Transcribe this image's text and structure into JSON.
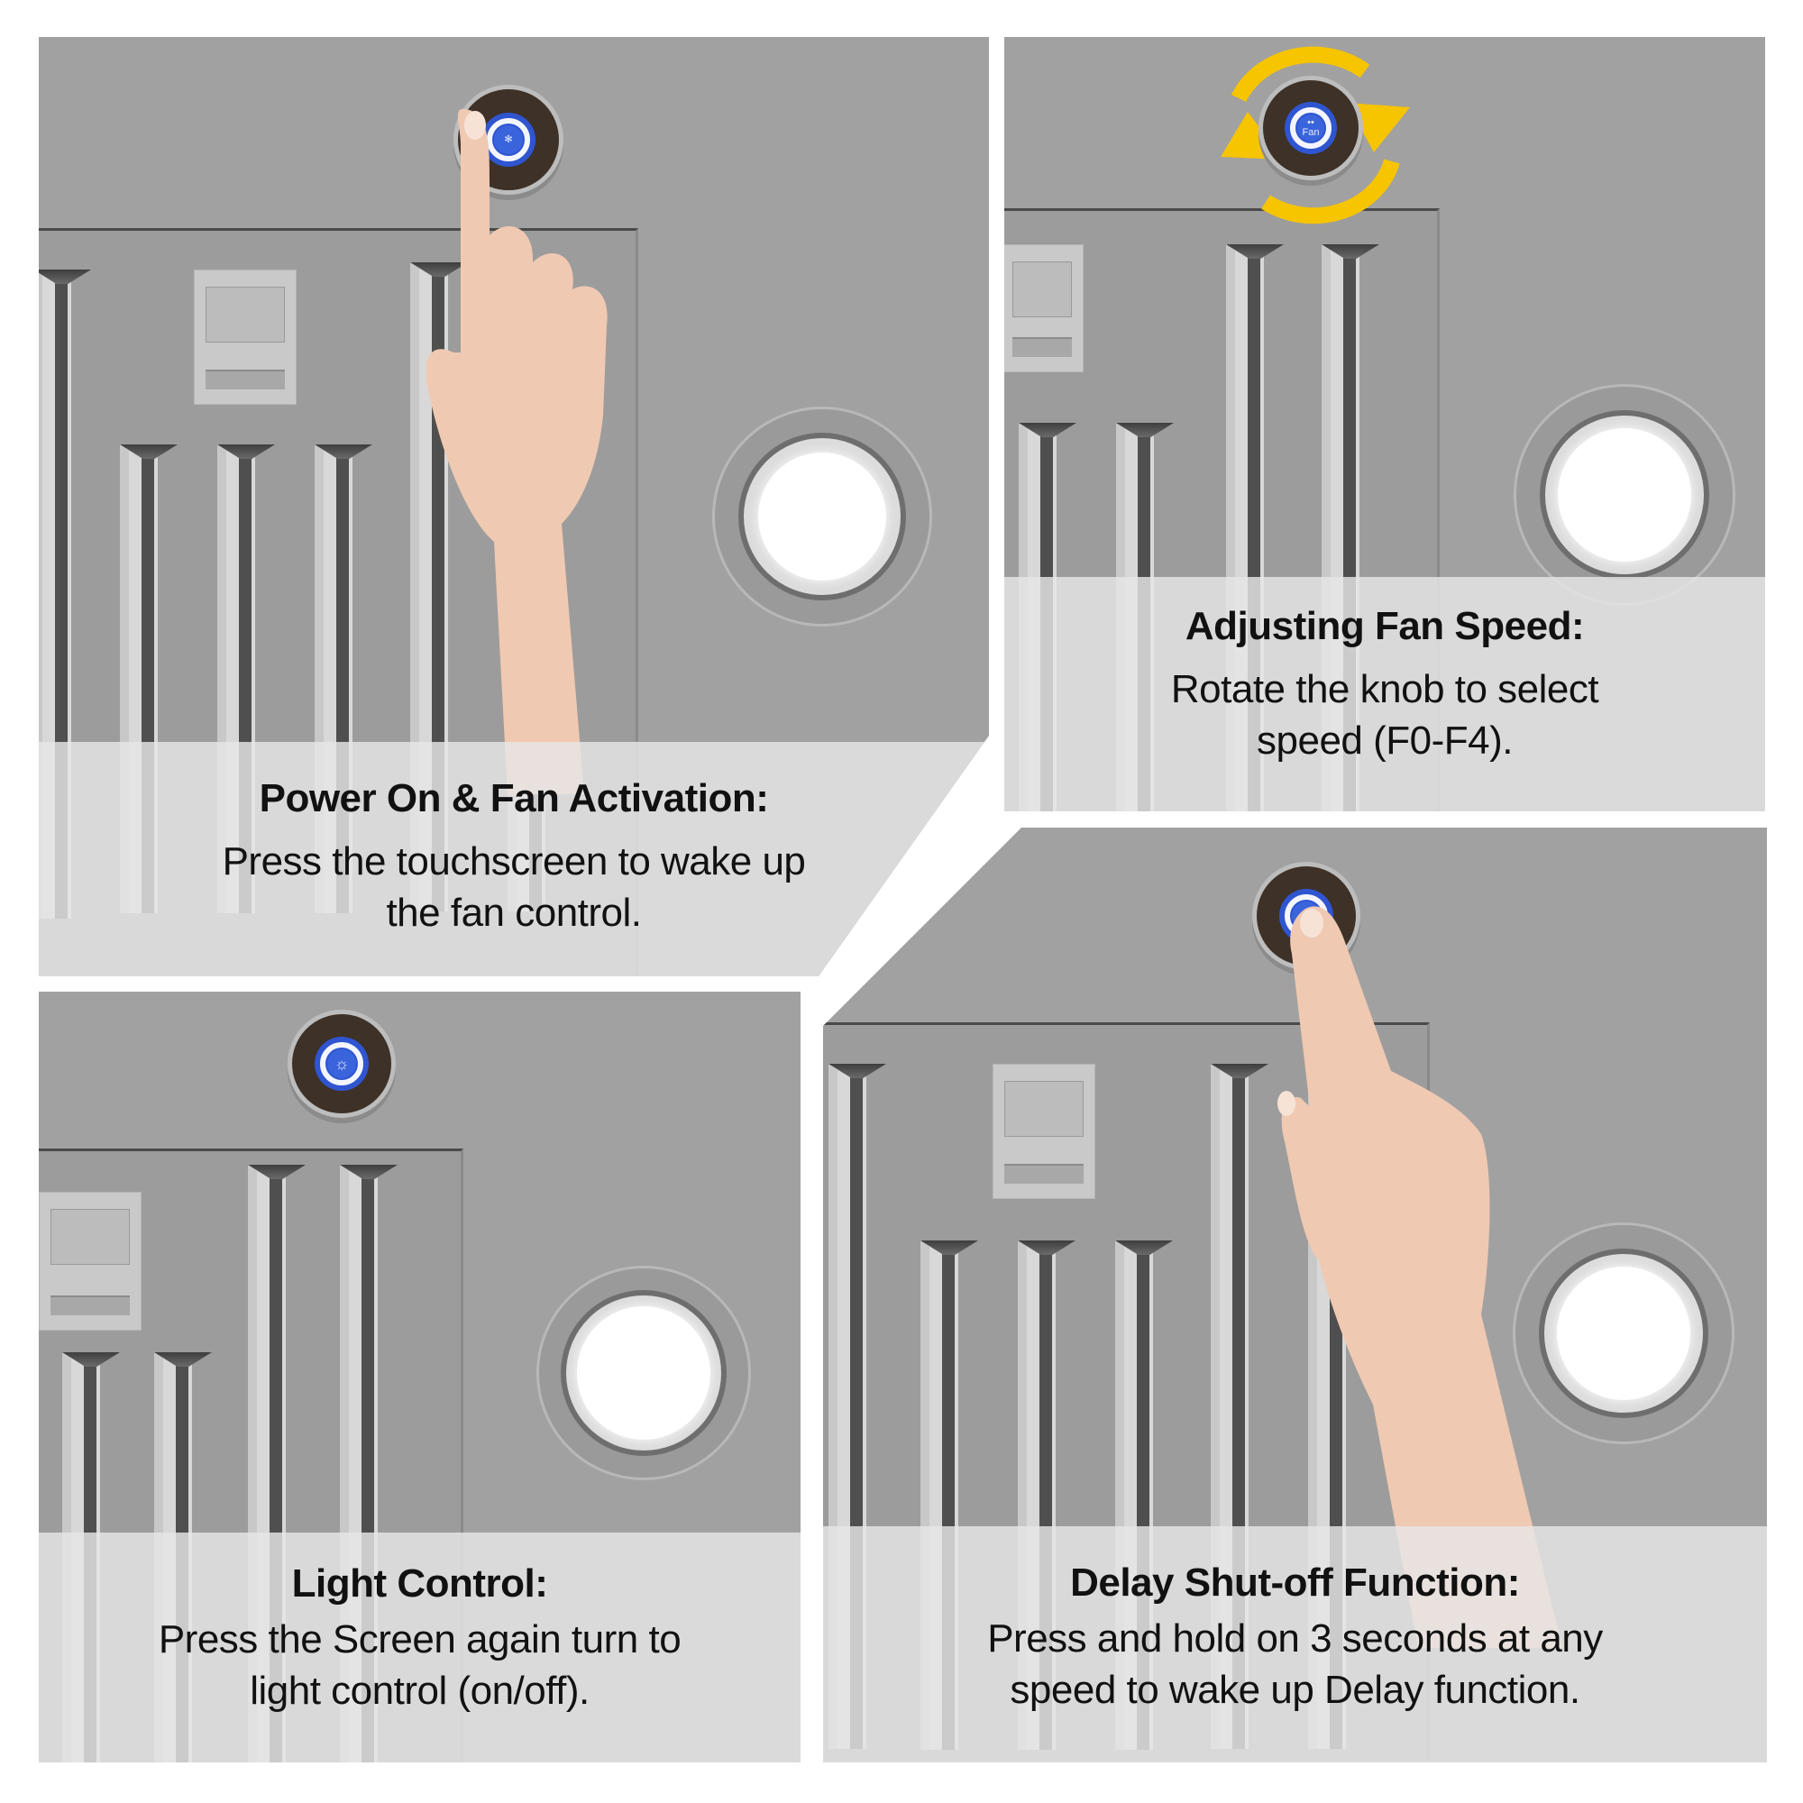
{
  "panels": {
    "power_on": {
      "title": "Power On & Fan Activation:",
      "body_line1": "Press the touchscreen to wake up",
      "body_line2": "the fan control.",
      "knob_icon": "fan-icon"
    },
    "fan_speed": {
      "title": "Adjusting Fan Speed:",
      "body_line1": "Rotate the knob to select",
      "body_line2": "speed (F0-F4).",
      "knob_label": "Fan",
      "rotate_indicator": "rotate-arrows-icon"
    },
    "light_control": {
      "title": "Light Control:",
      "body_line1": "Press the Screen again turn to",
      "body_line2": "light control (on/off).",
      "knob_icon": "light-icon"
    },
    "delay_shutoff": {
      "title": "Delay Shut-off Function:",
      "body_line1": "Press and hold on 3 seconds at any",
      "body_line2": "speed to wake up Delay function.",
      "knob_icon": "power-icon"
    }
  },
  "colors": {
    "panel_bg": "#a1a1a1",
    "caption_bg": "#e6e6e6",
    "knob_body": "#3d3128",
    "led_blue": "#2f55d0",
    "arrow_yellow": "#f7c400",
    "text": "#111111"
  }
}
